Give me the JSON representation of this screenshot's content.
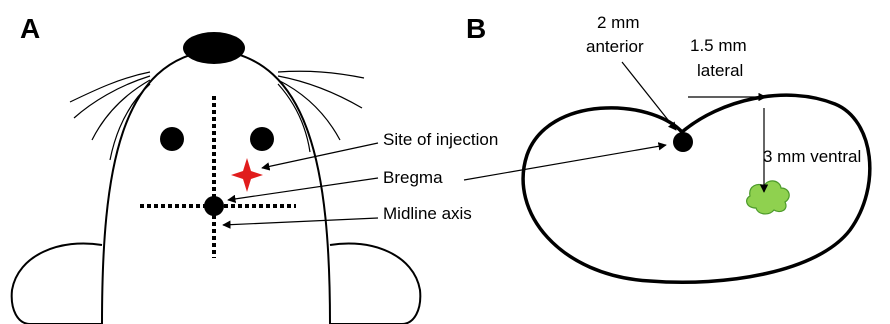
{
  "panels": {
    "a": "A",
    "b": "B"
  },
  "panel_a": {
    "labels": {
      "injection": "Site of injection",
      "bregma": "Bregma",
      "midline": "Midline axis"
    }
  },
  "panel_b": {
    "labels": {
      "anterior_amount": "2 mm",
      "anterior_word": "anterior",
      "lateral_amount": "1.5 mm",
      "lateral_word": "lateral",
      "ventral": "3 mm ventral"
    }
  },
  "colors": {
    "ink": "#000000",
    "injection_star": "#e11d1d",
    "target_fill": "#8fd14f",
    "target_stroke": "#4c9a2a"
  }
}
